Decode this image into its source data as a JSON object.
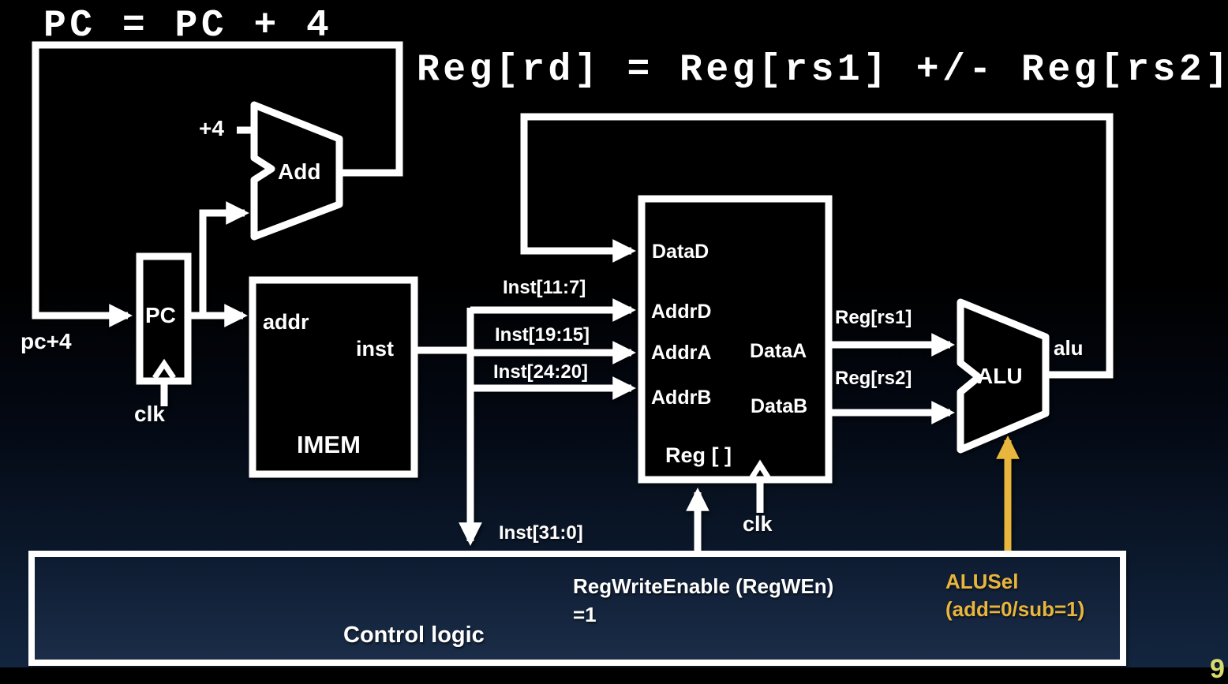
{
  "slide": {
    "title_top": "PC = PC + 4",
    "title_main": "Reg[rd] = Reg[rs1] +/- Reg[rs2]",
    "page_number": "9"
  },
  "colors": {
    "wire": "#FFFFFF",
    "accent_gold": "#E9B63D",
    "page_number_color": "#D6DC6F",
    "control_box_fill_top": "#0d1b30",
    "control_box_fill_bottom": "#1b2d49"
  },
  "pc_path": {
    "pc_plus_4_label": "pc+4",
    "plus4_input_label": "+4",
    "adder_label": "Add",
    "pc_register_label": "PC",
    "pc_clk_label": "clk"
  },
  "imem": {
    "addr_port": "addr",
    "inst_port": "inst",
    "name": "IMEM"
  },
  "inst_wires": {
    "rd_field": "Inst[11:7]",
    "rs1_field": "Inst[19:15]",
    "rs2_field": "Inst[24:20]",
    "full_inst": "Inst[31:0]"
  },
  "regfile": {
    "dataD_port": "DataD",
    "addrD_port": "AddrD",
    "addrA_port": "AddrA",
    "dataA_port": "DataA",
    "addrB_port": "AddrB",
    "dataB_port": "DataB",
    "name": "Reg [ ]",
    "clk_label": "clk"
  },
  "alu": {
    "in1_label": "Reg[rs1]",
    "in2_label": "Reg[rs2]",
    "name": "ALU",
    "out_label": "alu"
  },
  "control": {
    "name": "Control logic",
    "regwen_line1": "RegWriteEnable (RegWEn)",
    "regwen_line2": "=1",
    "alusel_line1": "ALUSel",
    "alusel_line2": "(add=0/sub=1)"
  }
}
